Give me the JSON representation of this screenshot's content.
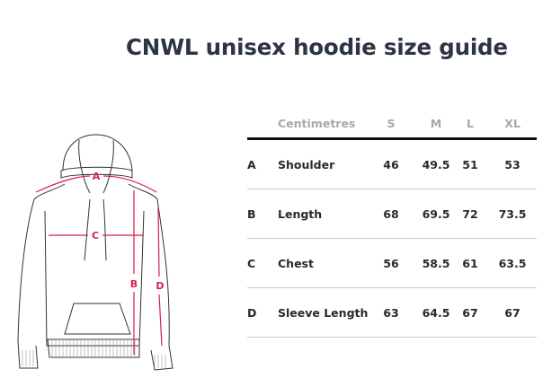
{
  "title": "CNWL unisex hoodie size guide",
  "diagram": {
    "labels": [
      "A",
      "B",
      "C",
      "D"
    ],
    "accent_color": "#d81e4a",
    "line_color": "#333333"
  },
  "table": {
    "header": {
      "unit": "Centimetres",
      "sizes": [
        "S",
        "M",
        "L",
        "XL"
      ]
    },
    "rows": [
      {
        "key": "A",
        "name": "Shoulder",
        "values": [
          "46",
          "49.5",
          "51",
          "53"
        ]
      },
      {
        "key": "B",
        "name": "Length",
        "values": [
          "68",
          "69.5",
          "72",
          "73.5"
        ]
      },
      {
        "key": "C",
        "name": "Chest",
        "values": [
          "56",
          "58.5",
          "61",
          "63.5"
        ]
      },
      {
        "key": "D",
        "name": "Sleeve Length",
        "values": [
          "63",
          "64.5",
          "67",
          "67"
        ]
      }
    ]
  }
}
